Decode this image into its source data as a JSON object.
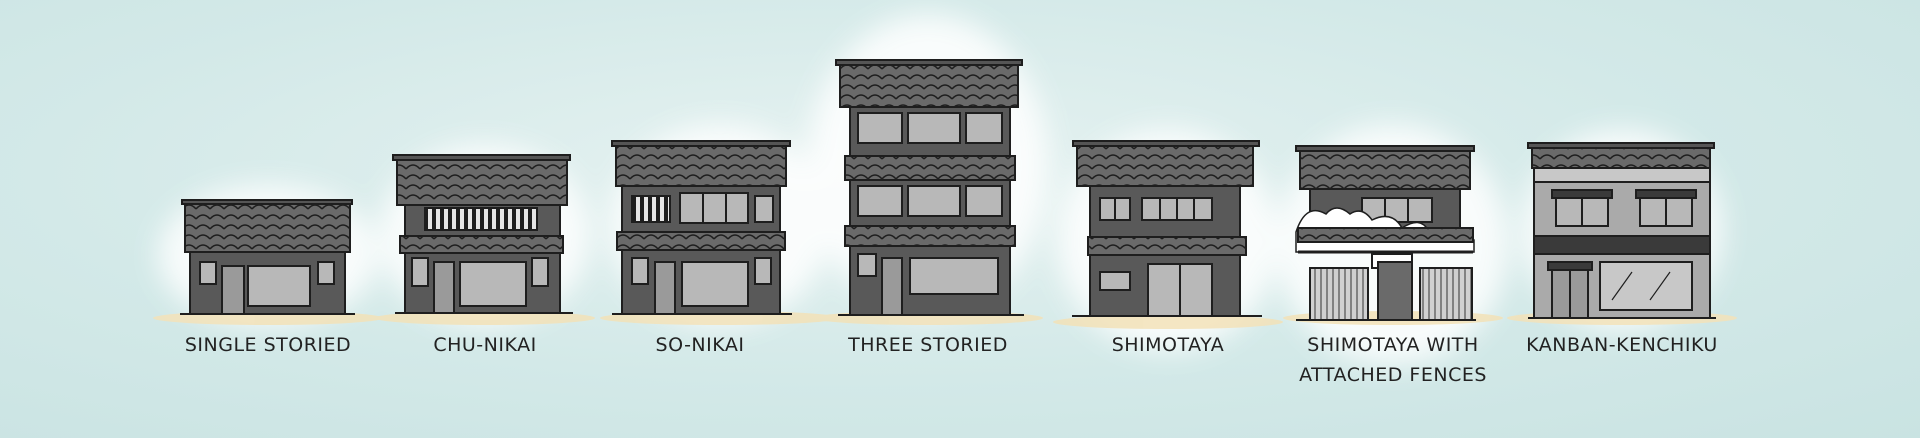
{
  "buildings": [
    {
      "id": "single",
      "label": "SINGLE STORIED"
    },
    {
      "id": "chu-nikai",
      "label": "CHU-NIKAI"
    },
    {
      "id": "so-nikai",
      "label": "SO-NIKAI"
    },
    {
      "id": "three",
      "label": "THREE STORIED"
    },
    {
      "id": "shimotaya",
      "label": "SHIMOTAYA"
    },
    {
      "id": "shimotaya-fences",
      "label_line1": "SHIMOTAYA WITH",
      "label_line2": "ATTACHED FENCES"
    },
    {
      "id": "kanban",
      "label": "KANBAN-KENCHIKU"
    }
  ],
  "colors": {
    "ink": "#1e1e1e",
    "wall": "#5a5a5a",
    "window": "#b8b8b8",
    "ground": "#f3e2b8",
    "cloud": "#ffffff"
  }
}
